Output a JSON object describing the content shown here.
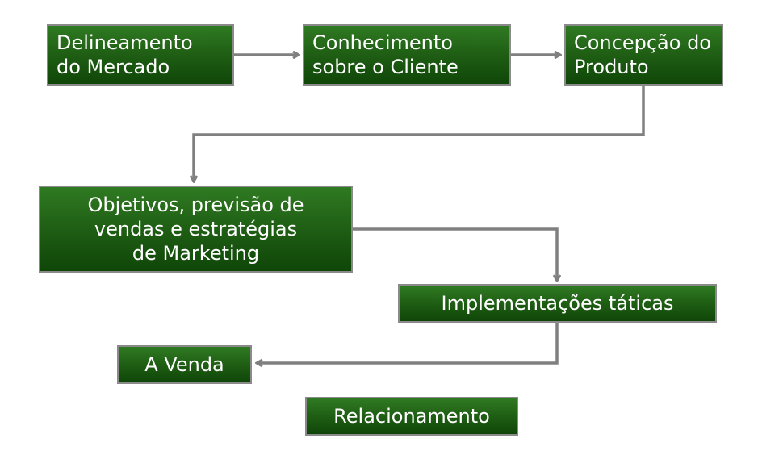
{
  "colors": {
    "box_fill": "#1f5e14",
    "box_border": "#8a8a8a",
    "box_text": "#ffffff",
    "connector": "#808080"
  },
  "nodes": {
    "delineamento": "Delineamento\ndo Mercado",
    "conhecimento": "Conhecimento\nsobre o Cliente",
    "concepcao": "Concepção do\nProduto",
    "objetivos": "Objetivos, previsão de\nvendas e estratégias\nde Marketing",
    "implementacoes": "Implementações táticas",
    "venda": "A Venda",
    "relacionamento": "Relacionamento"
  },
  "edges": [
    {
      "from": "Delineamento do Mercado",
      "to": "Conhecimento sobre o Cliente"
    },
    {
      "from": "Conhecimento sobre o Cliente",
      "to": "Concepção do Produto"
    },
    {
      "from": "Concepção do Produto",
      "to": "Objetivos, previsão de vendas e estratégias de Marketing"
    },
    {
      "from": "Objetivos, previsão de vendas e estratégias de Marketing",
      "to": "Implementações táticas"
    },
    {
      "from": "Implementações táticas",
      "to": "A Venda"
    }
  ]
}
